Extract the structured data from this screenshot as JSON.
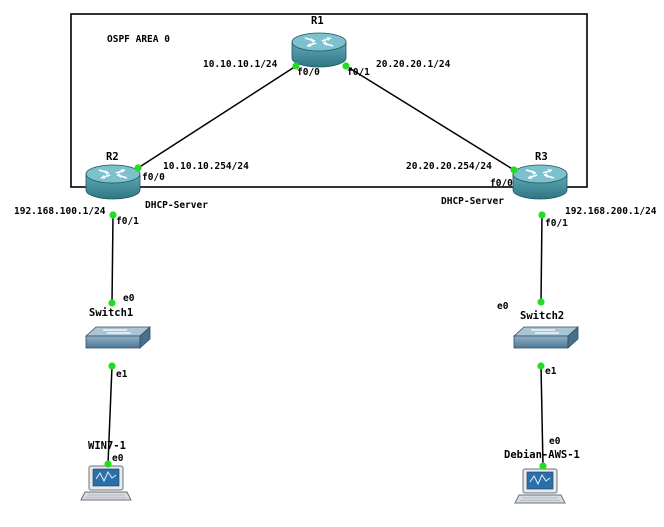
{
  "topology": {
    "area_label": "OSPF AREA 0",
    "nodes": {
      "r1": {
        "name": "R1",
        "type": "router"
      },
      "r2": {
        "name": "R2",
        "type": "router",
        "role": "DHCP-Server"
      },
      "r3": {
        "name": "R3",
        "type": "router",
        "role": "DHCP-Server"
      },
      "switch1": {
        "name": "Switch1",
        "type": "switch"
      },
      "switch2": {
        "name": "Switch2",
        "type": "switch"
      },
      "win7": {
        "name": "WIN7-1",
        "type": "host"
      },
      "debian": {
        "name": "Debian-AWS-1",
        "type": "host"
      }
    },
    "links": {
      "r1_r2": {
        "ip_r1": "10.10.10.1/24",
        "port_r1": "f0/0",
        "ip_r2": "10.10.10.254/24",
        "port_r2": "f0/0"
      },
      "r1_r3": {
        "ip_r1": "20.20.20.1/24",
        "port_r1": "f0/1",
        "ip_r3": "20.20.20.254/24",
        "port_r3": "f0/0"
      },
      "r2_sw1": {
        "ip_r2": "192.168.100.1/24",
        "port_r2": "f0/1",
        "port_sw": "e0"
      },
      "sw1_win7": {
        "port_sw": "e1",
        "port_host": "e0"
      },
      "r3_sw2": {
        "ip_r3": "192.168.200.1/24",
        "port_r3": "f0/1",
        "port_sw": "e0"
      },
      "sw2_debian": {
        "port_sw": "e1",
        "port_host": "e0"
      }
    },
    "colors": {
      "router_body": "#3f8f9e",
      "router_top": "#6fb8c4",
      "switch_body": "#6d8fa8",
      "link": "#000000",
      "port_dot": "#22dd22",
      "area_border": "#000000"
    }
  }
}
